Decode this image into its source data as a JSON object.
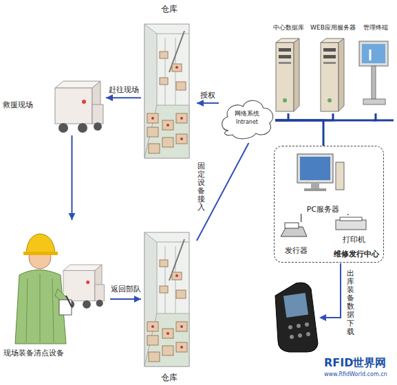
{
  "diagram": {
    "nodes": [
      {
        "text": [
          "仓库"
        ]
      },
      {
        "text": [
          "中心数据库"
        ]
      },
      {
        "text": [
          "WEB应用服务器"
        ]
      },
      {
        "text": [
          "管理终端"
        ]
      },
      {
        "text": [
          "救援现场"
        ]
      },
      {
        "text": [
          "网络系统",
          "Intranet"
        ]
      },
      {
        "text": [
          "维修发行中心"
        ]
      },
      {
        "text": [
          "PC服务器"
        ],
        "in": 6
      },
      {
        "text": [
          "发行器"
        ],
        "in": 6
      },
      {
        "text": [
          "打印机"
        ],
        "in": 6
      },
      {
        "text": [
          "现场装备清点设备"
        ]
      },
      {
        "text": [
          "仓库"
        ]
      }
    ],
    "edges": [
      {
        "from": 0,
        "to": 4,
        "arrow": "to",
        "label": "赶往现场"
      },
      {
        "from": 5,
        "to": 0,
        "arrow": "to",
        "label": "授权"
      },
      {
        "from": 4,
        "to": 10,
        "arrow": "to"
      },
      {
        "from": 10,
        "to": 11,
        "arrow": "to",
        "label": "返回部队"
      },
      {
        "from": 11,
        "to": 5,
        "arrow": "none",
        "label": "固定设备接入"
      },
      {
        "from": 5,
        "to": 1,
        "arrow": "none"
      },
      {
        "from": 5,
        "to": 2,
        "arrow": "none"
      },
      {
        "from": 5,
        "to": 3,
        "arrow": "none"
      },
      {
        "from": 5,
        "to": 6,
        "arrow": "none"
      },
      {
        "from": 7,
        "to": 8,
        "arrow": "none"
      },
      {
        "from": 7,
        "to": 9,
        "arrow": "none"
      }
    ],
    "labels": [
      "出库装备数据下载",
      "RFID世界网",
      "www.RfidWorld.com.cn"
    ]
  }
}
